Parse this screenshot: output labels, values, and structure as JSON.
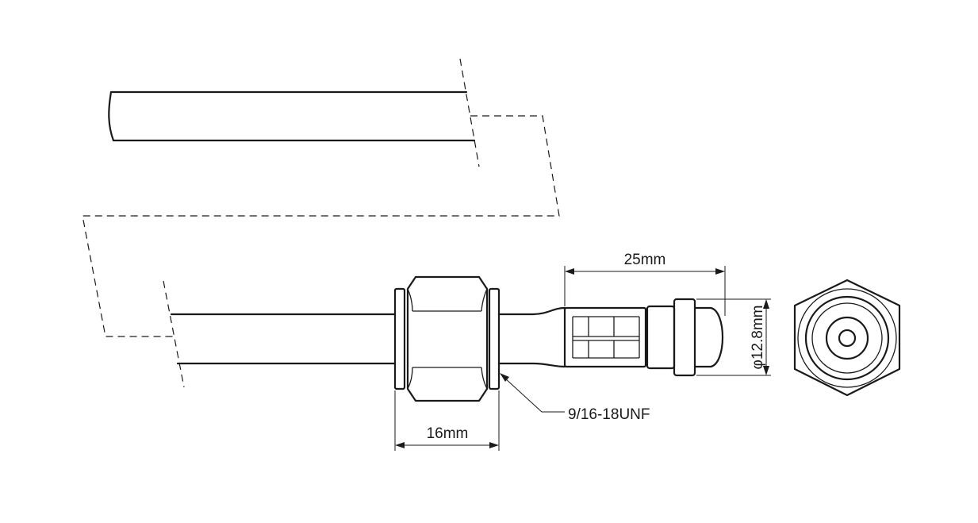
{
  "labels": {
    "thread": "9/16-18UNF",
    "nut_width": "16mm",
    "fitting_length": "25mm",
    "fitting_diameter": "φ12.8mm"
  }
}
